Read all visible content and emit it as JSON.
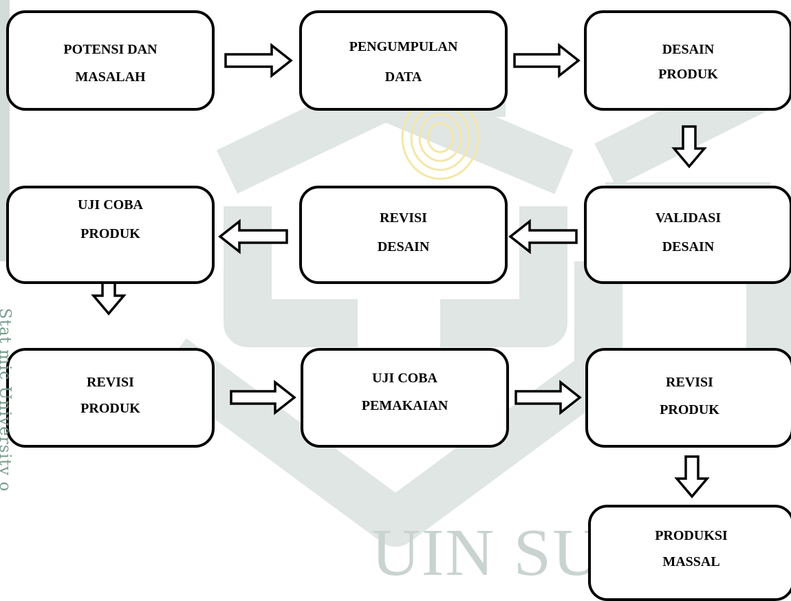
{
  "watermark": {
    "margin_text": "Stat mic University o",
    "institution": "UIN SUSKA"
  },
  "colors": {
    "border": "#000000",
    "box_fill": "#ffffff",
    "watermark_green": "#c9d6d0",
    "watermark_yellow": "#fbf3cf"
  },
  "nodes": [
    {
      "id": "potensi-dan-masalah",
      "lines": [
        "POTENSI DAN",
        "MASALAH"
      ]
    },
    {
      "id": "pengumpulan-data",
      "lines": [
        "PENGUMPULAN",
        "DATA"
      ]
    },
    {
      "id": "desain-produk",
      "lines": [
        "DESAIN",
        "PRODUK"
      ]
    },
    {
      "id": "validasi-desain",
      "lines": [
        "VALIDASI",
        "DESAIN"
      ]
    },
    {
      "id": "revisi-desain",
      "lines": [
        "REVISI",
        "DESAIN"
      ]
    },
    {
      "id": "uji-coba-produk",
      "lines": [
        "UJI COBA",
        "PRODUK"
      ]
    },
    {
      "id": "revisi-produk-1",
      "lines": [
        "REVISI",
        "PRODUK"
      ]
    },
    {
      "id": "uji-coba-pemakaian",
      "lines": [
        "UJI COBA",
        "PEMAKAIAN"
      ]
    },
    {
      "id": "revisi-produk-2",
      "lines": [
        "REVISI",
        "PRODUK"
      ]
    },
    {
      "id": "produksi-massal",
      "lines": [
        "PRODUKSI",
        "MASSAL"
      ]
    }
  ],
  "edges": [
    {
      "from": "potensi-dan-masalah",
      "to": "pengumpulan-data",
      "direction": "right"
    },
    {
      "from": "pengumpulan-data",
      "to": "desain-produk",
      "direction": "right"
    },
    {
      "from": "desain-produk",
      "to": "validasi-desain",
      "direction": "down"
    },
    {
      "from": "validasi-desain",
      "to": "revisi-desain",
      "direction": "left"
    },
    {
      "from": "revisi-desain",
      "to": "uji-coba-produk",
      "direction": "left"
    },
    {
      "from": "uji-coba-produk",
      "to": "revisi-produk-1",
      "direction": "down"
    },
    {
      "from": "revisi-produk-1",
      "to": "uji-coba-pemakaian",
      "direction": "right"
    },
    {
      "from": "uji-coba-pemakaian",
      "to": "revisi-produk-2",
      "direction": "right"
    },
    {
      "from": "revisi-produk-2",
      "to": "produksi-massal",
      "direction": "down"
    }
  ]
}
